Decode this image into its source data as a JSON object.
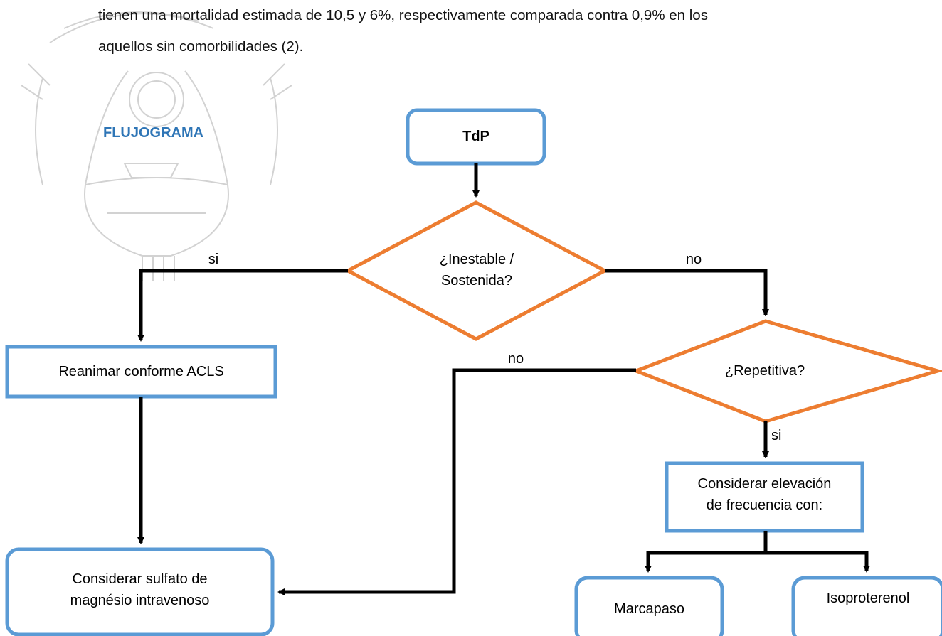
{
  "document": {
    "paragraph_lines": [
      "tienen una mortalidad estimada de 10,5 y 6%, respectivamente comparada contra  0,9% en los",
      "aquellos sin comorbilidades (2)."
    ],
    "section_title": "FLUJOGRAMA"
  },
  "flowchart": {
    "nodes": {
      "start": "TdP",
      "decision1_line1": "¿Inestable /",
      "decision1_line2": "Sostenida?",
      "decision2": "¿Repetitiva?",
      "reanimar": "Reanimar conforme ACLS",
      "magnesio_line1": "Considerar sulfato de",
      "magnesio_line2": "magnésio intravenoso",
      "elevacion_line1": "Considerar elevación",
      "elevacion_line2": "de frecuencia con:",
      "marcapaso": "Marcapaso",
      "isoproterenol": "Isoproterenol"
    },
    "edge_labels": {
      "d1_yes": "si",
      "d1_no": "no",
      "d2_no": "no",
      "d2_yes": "si"
    }
  },
  "colors": {
    "box_border": "#5b9bd5",
    "diamond_border": "#ed7d31",
    "arrow": "#000000",
    "title": "#2e75b6",
    "watermark": "#cccccc"
  }
}
